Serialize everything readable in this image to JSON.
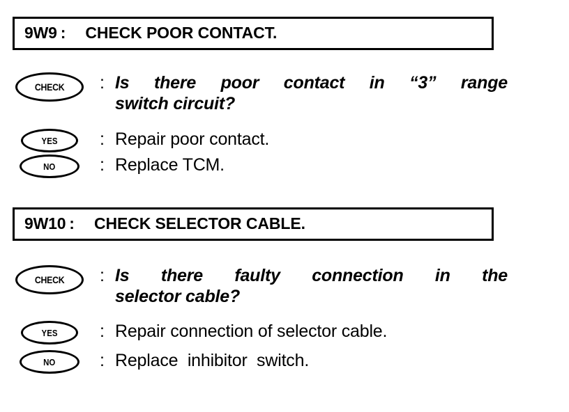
{
  "document": {
    "type": "diagnostic-flowchart",
    "ink_color": "#000000",
    "background_color": "#ffffff"
  },
  "steps": [
    {
      "code": "9W9",
      "colon": ":",
      "title": "CHECK POOR CONTACT.",
      "rows": [
        {
          "badge": "CHECK",
          "badge_shape": "ellipse",
          "colon": ":",
          "style": "question",
          "line1": "Is there poor contact in “3” range",
          "line2": "switch circuit?"
        },
        {
          "badge": "YES",
          "badge_shape": "ellipse",
          "colon": ":",
          "style": "answer",
          "text": "Repair poor contact."
        },
        {
          "badge": "NO",
          "badge_shape": "ellipse",
          "colon": ":",
          "style": "answer",
          "text": "Replace TCM."
        }
      ]
    },
    {
      "code": "9W10",
      "colon": ":",
      "title": "CHECK SELECTOR CABLE.",
      "rows": [
        {
          "badge": "CHECK",
          "badge_shape": "ellipse",
          "colon": ":",
          "style": "question",
          "line1": "Is there faulty connection in the",
          "line2": "selector cable?"
        },
        {
          "badge": "YES",
          "badge_shape": "ellipse",
          "colon": ":",
          "style": "answer",
          "text": "Repair connection of selector cable."
        },
        {
          "badge": "NO",
          "badge_shape": "ellipse",
          "colon": ":",
          "style": "answer",
          "text": "Replace  inhibitor  switch."
        }
      ]
    }
  ]
}
